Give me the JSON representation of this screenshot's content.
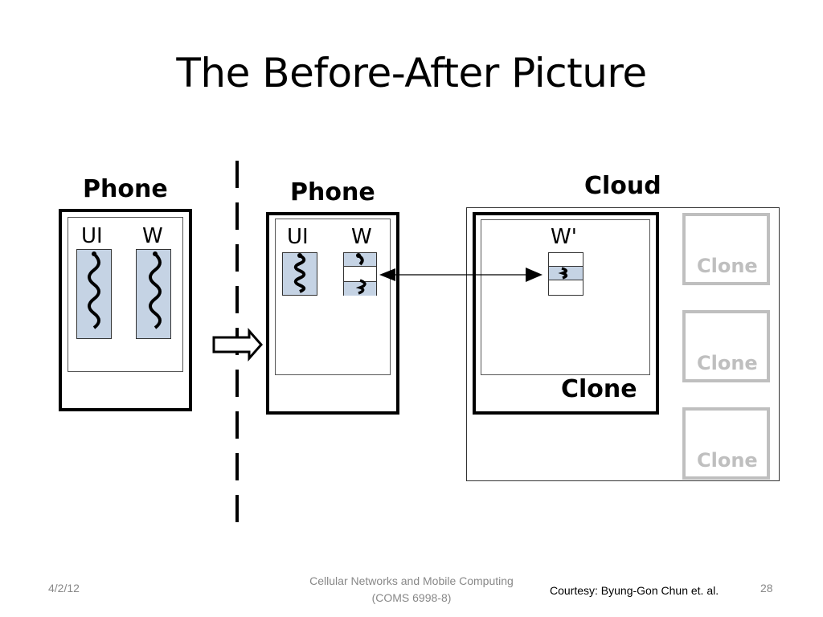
{
  "slide": {
    "title": "The Before-After Picture"
  },
  "left_phone": {
    "label": "Phone",
    "threads": [
      "UI",
      "W"
    ]
  },
  "right_phone": {
    "label": "Phone",
    "threads": [
      "UI",
      "W"
    ]
  },
  "cloud": {
    "label": "Cloud",
    "active_clone": {
      "label": "Clone",
      "thread": "W'"
    },
    "idle_clones": [
      "Clone",
      "Clone",
      "Clone"
    ]
  },
  "footer": {
    "date": "4/2/12",
    "course_line1": "Cellular Networks and Mobile Computing",
    "course_line2": "(COMS 6998-8)",
    "courtesy": "Courtesy: Byung-Gon Chun et. al.",
    "page": "28"
  },
  "colors": {
    "thread_fill": "#c5d3e4",
    "idle_clone": "#bfbfbf"
  }
}
